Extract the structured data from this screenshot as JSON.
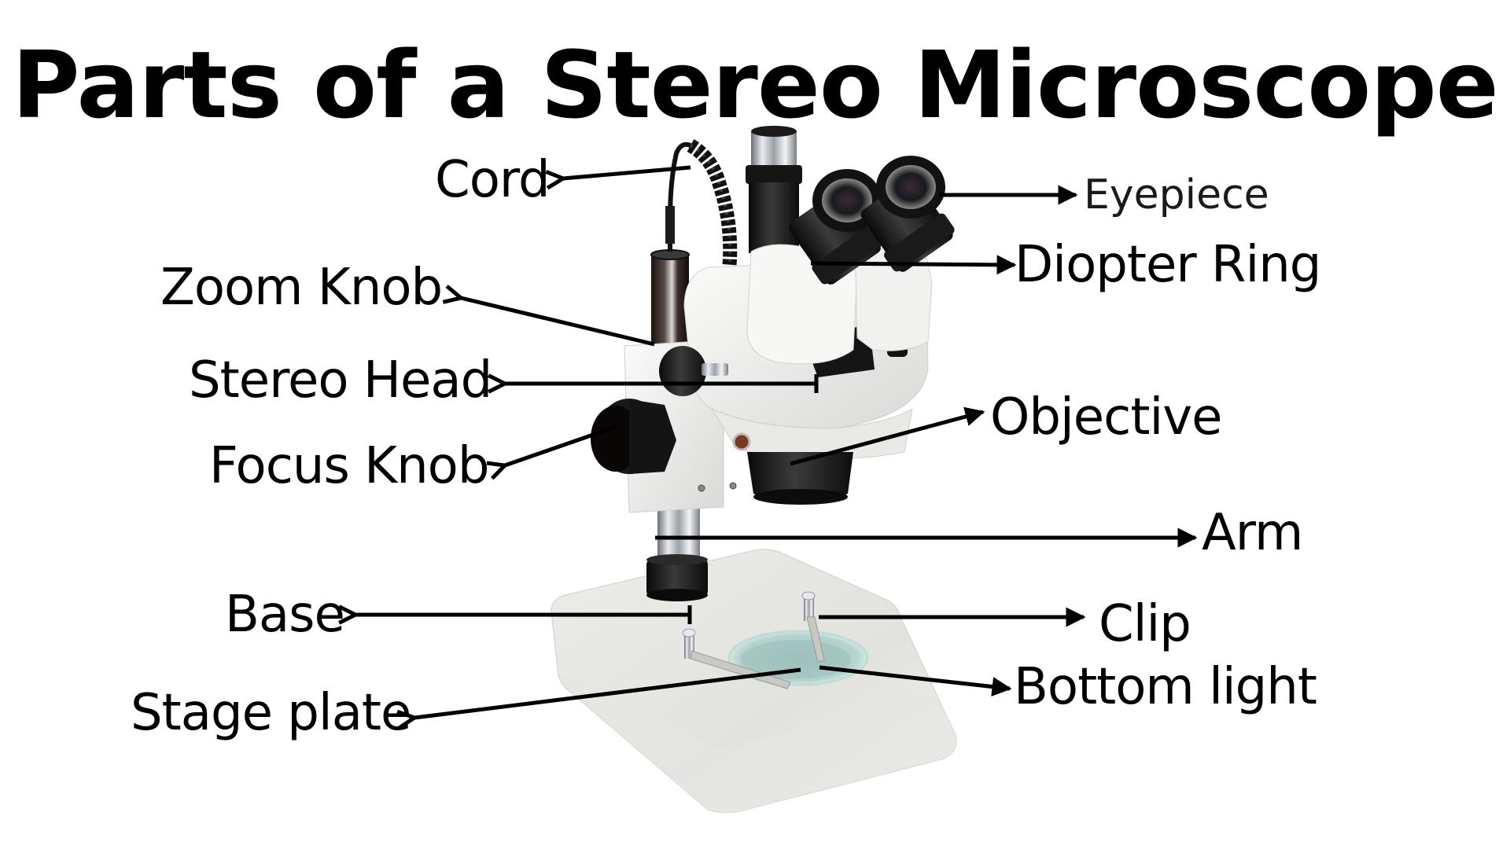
{
  "title": "Parts of a Stereo Microscope",
  "labels": {
    "cord": "Cord",
    "zoom_knob": "Zoom Knob",
    "stereo_head": "Stereo Head",
    "focus_knob": "Focus Knob",
    "base": "Base",
    "stage_plate": "Stage plate",
    "eyepiece": "Eyepiece",
    "diopter_ring": "Diopter Ring",
    "objective": "Objective",
    "arm": "Arm",
    "clip": "Clip",
    "bottom_light": "Bottom light"
  },
  "colors": {
    "background": "#ffffff",
    "text": "#000000",
    "microscope_body": "#eeeeec",
    "microscope_shadow": "#d4d4d2",
    "black_parts": "#151515",
    "chrome": "#b8bcc0",
    "stage_glass": "#a9c9c6"
  }
}
